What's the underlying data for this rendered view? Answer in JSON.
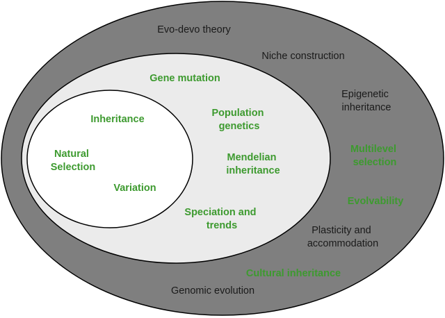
{
  "colors": {
    "outer_fill": "#7f7f7f",
    "middle_fill": "#ebebeb",
    "inner_fill": "#ffffff",
    "stroke": "#000000",
    "dark_text": "#1a1a1a",
    "green_text": "#3d9a2f"
  },
  "outer": {
    "title": "Evo-devo theory",
    "dark_labels": [
      "Niche construction",
      [
        "Epigenetic",
        "inheritance"
      ],
      [
        "Plasticity and",
        "accommodation"
      ],
      "Genomic evolution"
    ],
    "green_labels": [
      [
        "Multilevel",
        "selection"
      ],
      "Evolvability",
      "Cultural inheritance"
    ]
  },
  "middle": {
    "green_labels": [
      "Gene mutation",
      [
        "Population",
        "genetics"
      ],
      [
        "Mendelian",
        "inheritance"
      ],
      [
        "Speciation and",
        "trends"
      ]
    ]
  },
  "inner": {
    "green_labels": [
      "Inheritance",
      [
        "Natural",
        "Selection"
      ],
      "Variation"
    ]
  }
}
